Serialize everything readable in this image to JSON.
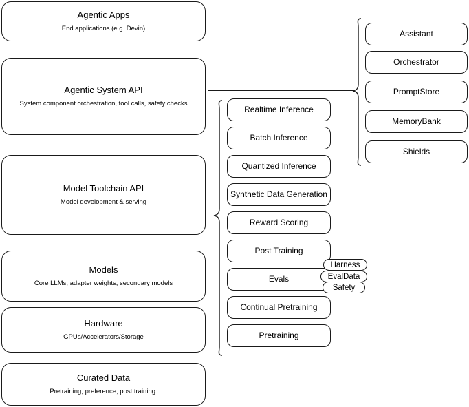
{
  "diagram": {
    "title": "AI stack layered architecture diagram",
    "stroke_color": "#1a1a1a",
    "background_color": "#ffffff",
    "layers": [
      {
        "title": "Agentic Apps",
        "subtitle": "End applications (e.g. Devin)"
      },
      {
        "title": "Agentic System API",
        "subtitle": "System component orchestration, tool calls, safety checks"
      },
      {
        "title": "Model Toolchain API",
        "subtitle": "Model development & serving"
      },
      {
        "title": "Models",
        "subtitle": "Core LLMs, adapter weights, secondary models"
      },
      {
        "title": "Hardware",
        "subtitle": "GPUs/Accelerators/Storage"
      },
      {
        "title": "Curated Data",
        "subtitle": "Pretraining, preference, post training."
      }
    ],
    "toolchain_components": [
      {
        "label": "Realtime Inference"
      },
      {
        "label": "Batch Inference"
      },
      {
        "label": "Quantized Inference"
      },
      {
        "label": "Synthetic Data Generation"
      },
      {
        "label": "Reward Scoring"
      },
      {
        "label": "Post Training"
      },
      {
        "label": "Evals"
      },
      {
        "label": "Continual Pretraining"
      },
      {
        "label": "Pretraining"
      }
    ],
    "agentic_components": [
      {
        "label": "Assistant"
      },
      {
        "label": "Orchestrator"
      },
      {
        "label": "PromptStore"
      },
      {
        "label": "MemoryBank"
      },
      {
        "label": "Shields"
      }
    ],
    "evals_badges": [
      {
        "label": "Harness"
      },
      {
        "label": "EvalData"
      },
      {
        "label": "Safety"
      }
    ]
  }
}
